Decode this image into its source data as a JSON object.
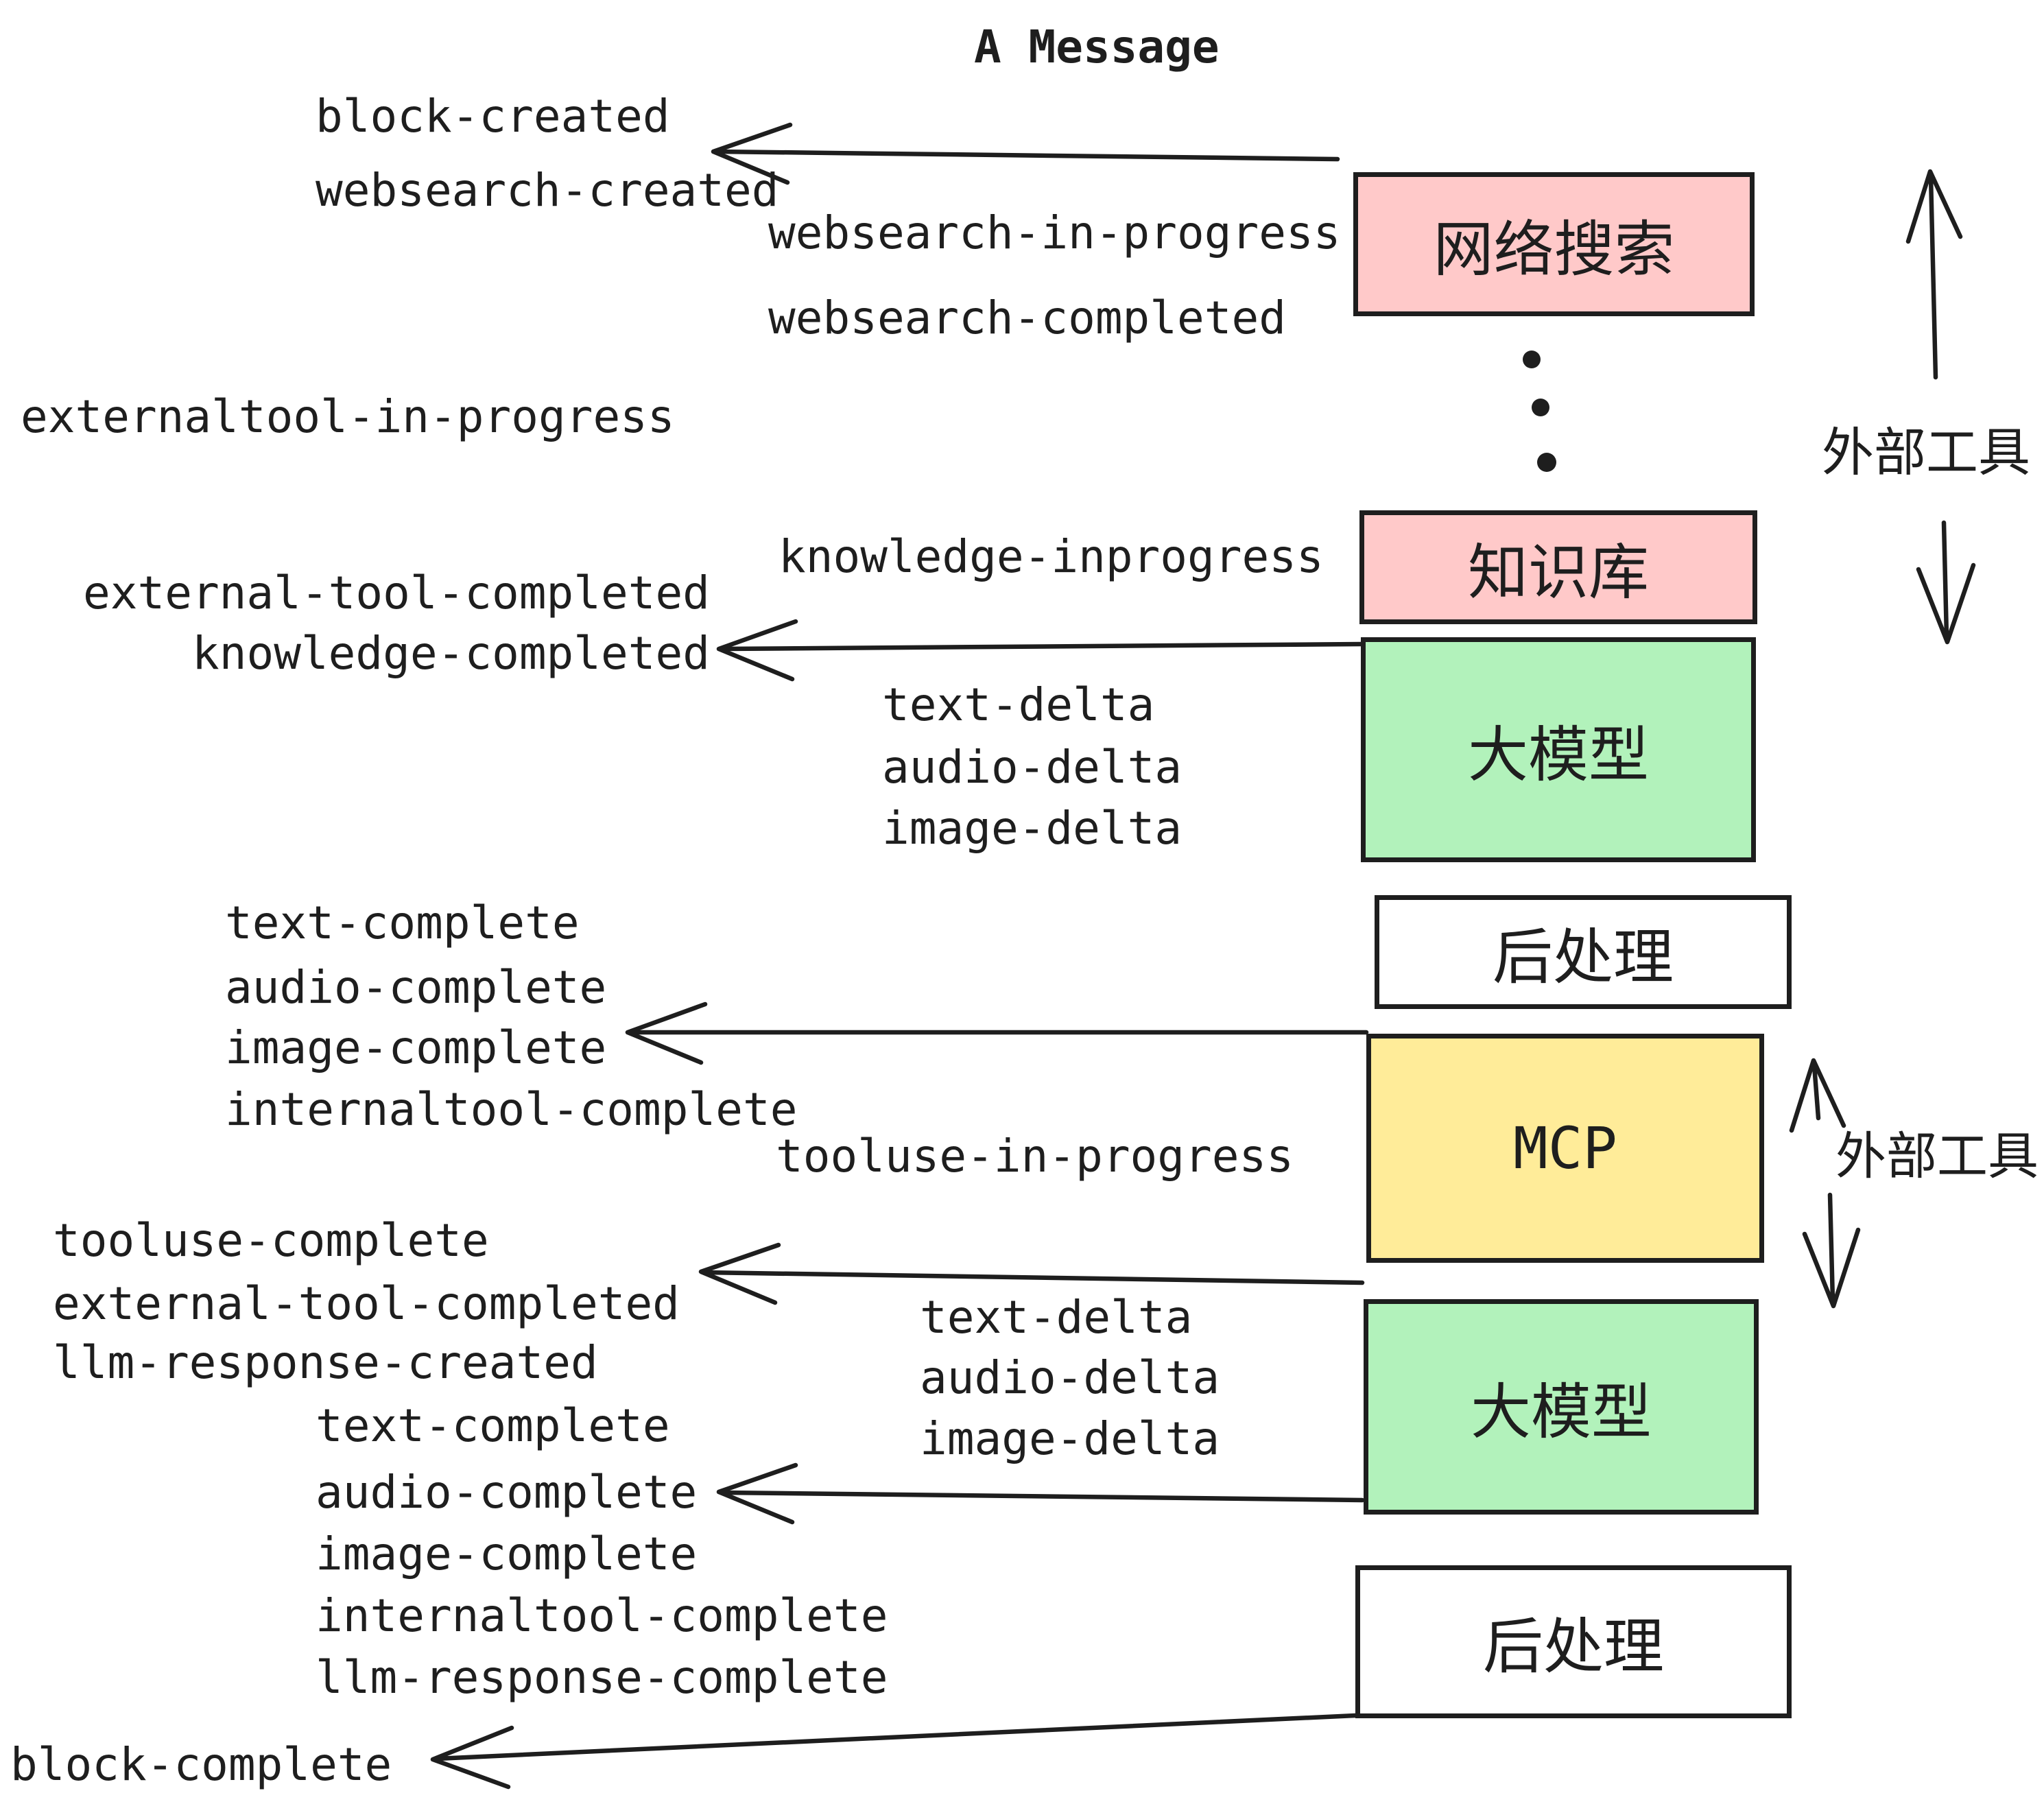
{
  "title": "A Message",
  "colors": {
    "stroke": "#1e1e1e",
    "pink": "#ffc9c9",
    "green": "#b2f2bb",
    "yellow": "#ffec99",
    "white": "#ffffff"
  },
  "boxes": {
    "websearch": {
      "label": "网络搜索"
    },
    "knowledge": {
      "label": "知识库"
    },
    "llm1": {
      "label": "大模型"
    },
    "post1": {
      "label": "后处理"
    },
    "mcp": {
      "label": "MCP"
    },
    "llm2": {
      "label": "大模型"
    },
    "post2": {
      "label": "后处理"
    }
  },
  "side_labels": {
    "external_tools_top": "外部工具",
    "external_tools_mcp": "外部工具"
  },
  "events": {
    "block_created": "block-created",
    "websearch_created": "websearch-created",
    "websearch_in_progress": "websearch-in-progress",
    "websearch_completed": "websearch-completed",
    "externaltool_in_progress": "externaltool-in-progress",
    "knowledge_inprogress": "knowledge-inprogress",
    "external_tool_completed_1": "external-tool-completed",
    "knowledge_completed": "knowledge-completed",
    "text_delta_1": "text-delta",
    "audio_delta_1": "audio-delta",
    "image_delta_1": "image-delta",
    "text_complete_1": "text-complete",
    "audio_complete_1": "audio-complete",
    "image_complete_1": "image-complete",
    "internaltool_complete_1": "internaltool-complete",
    "tooluse_in_progress": "tooluse-in-progress",
    "tooluse_complete": "tooluse-complete",
    "external_tool_completed_2": "external-tool-completed",
    "llm_response_created": "llm-response-created",
    "text_complete_2": "text-complete",
    "text_delta_2": "text-delta",
    "audio_delta_2": "audio-delta",
    "image_delta_2": "image-delta",
    "audio_complete_2": "audio-complete",
    "image_complete_2": "image-complete",
    "internaltool_complete_2": "internaltool-complete",
    "llm_response_complete": "llm-response-complete",
    "block_complete": "block-complete"
  }
}
